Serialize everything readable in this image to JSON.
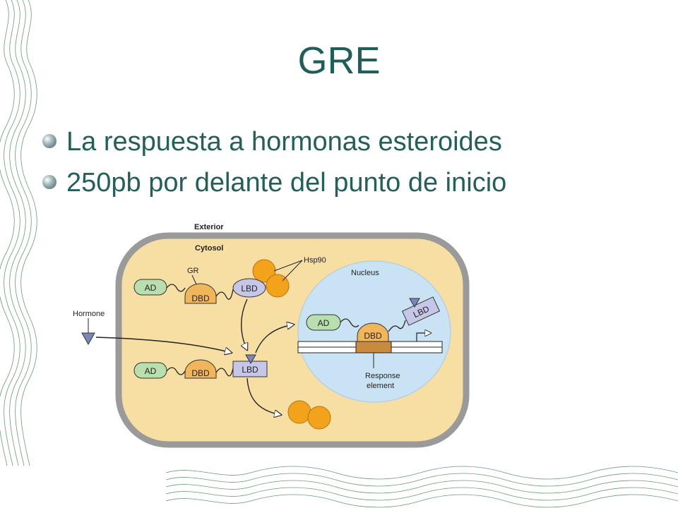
{
  "slide": {
    "title": "GRE",
    "bullets": [
      "La respuesta a hormonas esteroides",
      "250pb por delante del punto de inicio"
    ]
  },
  "diagram": {
    "exterior": "Exterior",
    "cytosol": "Cytosol",
    "nucleus": "Nucleus",
    "hsp90": "Hsp90",
    "gr": "GR",
    "hormone": "Hormone",
    "ad": "AD",
    "dbd": "DBD",
    "lbd": "LBD",
    "response_line1": "Response",
    "response_line2": "element"
  },
  "colors": {
    "title": "#1f5f5a",
    "cell_fill": "#f7dfa3",
    "cell_border": "#9a9a9a",
    "nucleus_fill": "#c9e3f5",
    "ad_fill": "#b9dfae",
    "dbd_fill": "#f2b65a",
    "lbd_fill": "#c5c6e8",
    "hsp90_fill": "#f2a31b",
    "hormone_fill": "#7a87b8"
  }
}
